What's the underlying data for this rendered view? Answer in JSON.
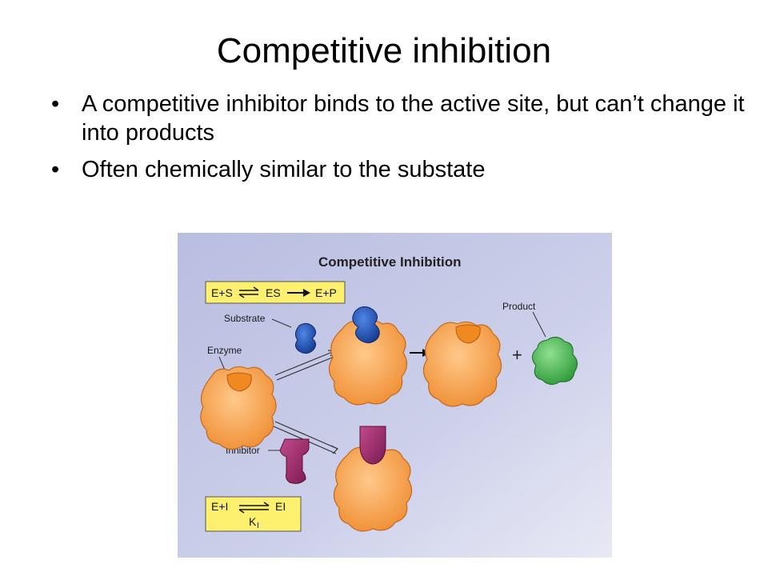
{
  "slide": {
    "title": "Competitive inhibition",
    "bullets": [
      "A competitive inhibitor binds to the active site, but can’t change it into products",
      "Often chemically similar to the substate"
    ]
  },
  "figure": {
    "title": "Competitive Inhibition",
    "labels": {
      "substrate": "Substrate",
      "enzyme": "Enzyme",
      "product": "Product",
      "inhibitor": "Inhibitor",
      "plus": "+"
    },
    "equation_top": {
      "e_s": "E+S",
      "es": "ES",
      "e_p": "E+P"
    },
    "equation_bottom": {
      "e_i": "E+I",
      "ei": "EI",
      "ki": "K",
      "ki_sub": "I"
    },
    "colors": {
      "panel_bg": "#c5c8e6",
      "box_fill": "#fdf06e",
      "enzyme": "#f5a04e",
      "substrate": "#1e4fb3",
      "product": "#4caf50",
      "inhibitor": "#9a2a6a"
    }
  }
}
